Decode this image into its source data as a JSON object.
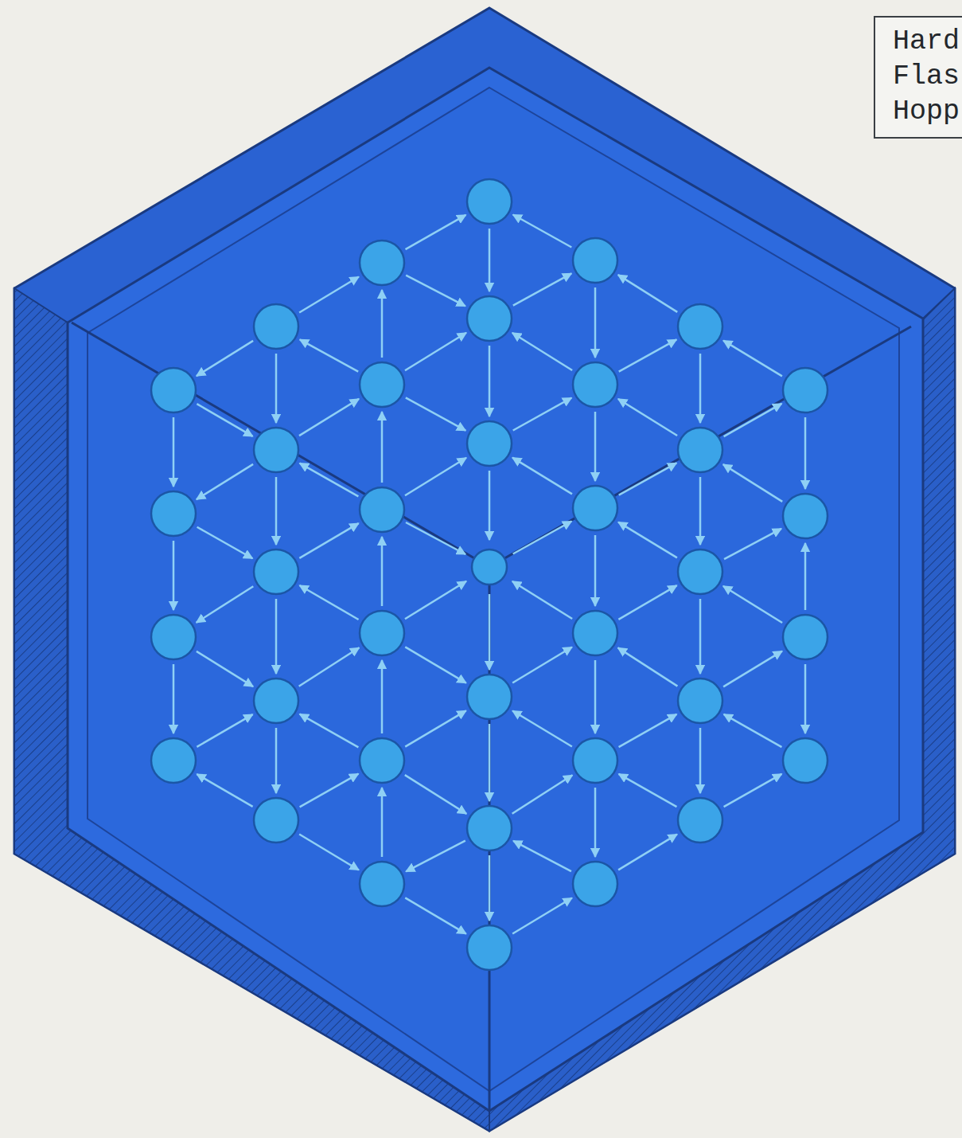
{
  "diagram": {
    "nodes": [
      {
        "text": [
          "Hard",
          "Flas",
          "Hopp"
        ]
      }
    ]
  }
}
